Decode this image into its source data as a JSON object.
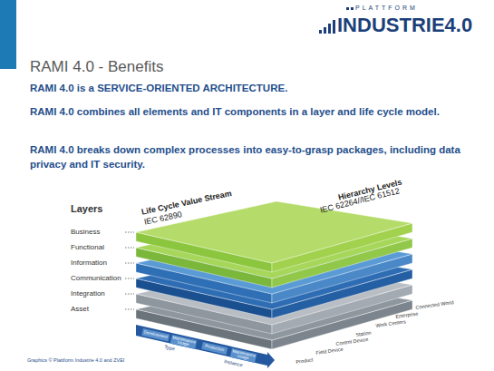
{
  "diagram": {
    "title": "RAMI 4.0 - Benefits",
    "nodes": [
      {
        "text": [
          "Development"
        ]
      },
      {
        "text": [
          "Maintenance Usage"
        ]
      },
      {
        "text": [
          "Production"
        ]
      },
      {
        "text": [
          "Maintenance Usage"
        ]
      }
    ],
    "labels": [
      "PLATTFORM",
      "INDUSTRIE4.0",
      "RAMI 4.0 is a SERVICE-ORIENTED ARCHITECTURE.",
      "RAMI 4.0 combines all elements and IT components in a layer and life cycle model.",
      "RAMI 4.0 breaks down complex processes into easy-to-grasp packages, including data privacy and IT security.",
      "Layers",
      "Business",
      "Functional",
      "Information",
      "Communication",
      "Integration",
      "Asset",
      "Life Cycle Value Stream",
      "IEC 62890",
      "Hierarchy Levels",
      "IEC 62264//IEC 61512",
      "Connected World",
      "Enterprise",
      "Work Centers",
      "Station",
      "Control Device",
      "Field Device",
      "Product",
      "Type",
      "Instance",
      "Graphics © Plattform Industrie 4.0 and ZVEI"
    ]
  }
}
